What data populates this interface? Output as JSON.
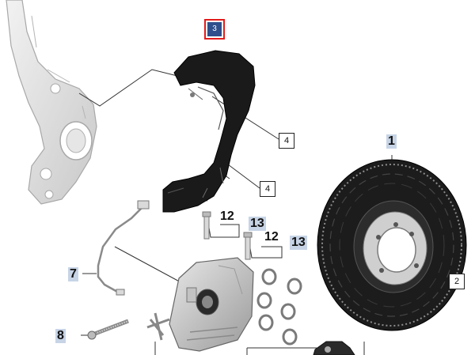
{
  "diagram": {
    "callouts": {
      "c1": "1",
      "c2": "2",
      "c3": "3",
      "c4a": "4",
      "c4b": "4",
      "c7": "7",
      "c8": "8",
      "c12a": "12",
      "c12b": "12",
      "c13a": "13",
      "c13b": "13"
    },
    "colors": {
      "selected_fill": "#2e4f8c",
      "selected_outline": "#e21b1b",
      "callout_shade": "#c7d4e6",
      "part_dark": "#1a1a1a",
      "part_grey": "#bfbfbf"
    }
  }
}
